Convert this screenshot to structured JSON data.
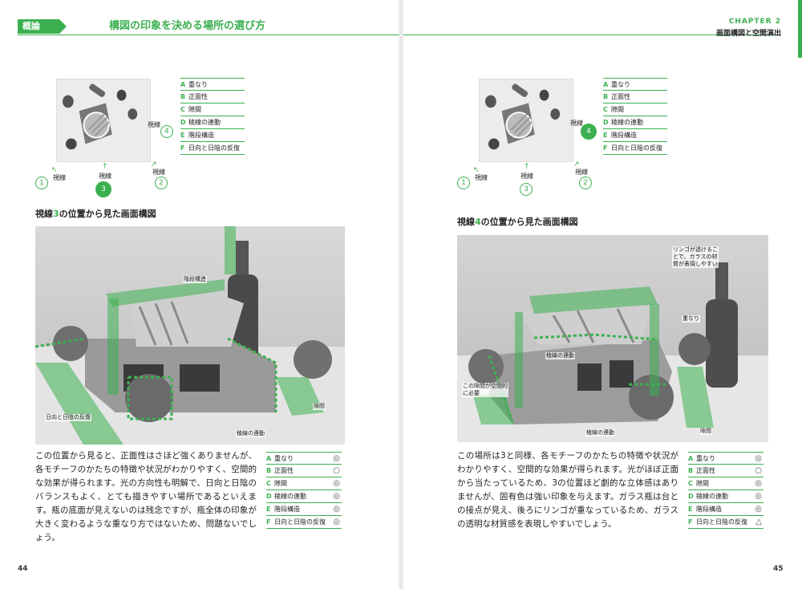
{
  "header": {
    "tag": "概論",
    "title": "構図の印象を決める場所の選び方",
    "chapter": "CHAPTER 2",
    "chapter_sub": "画面構図と空間演出"
  },
  "view_word": "視線",
  "legend": [
    {
      "letter": "A",
      "label": "重なり"
    },
    {
      "letter": "B",
      "label": "正面性"
    },
    {
      "letter": "C",
      "label": "隙間"
    },
    {
      "letter": "D",
      "label": "稜線の連動"
    },
    {
      "letter": "E",
      "label": "階段構造"
    },
    {
      "letter": "F",
      "label": "日向と日陰の反復"
    }
  ],
  "views": {
    "one": "1",
    "two": "2",
    "three": "3",
    "four": "4"
  },
  "left": {
    "subhead_prefix": "視線",
    "subhead_num": "3",
    "subhead_suffix": "の位置から見た画面構図",
    "labels": {
      "stairs": "階段構造",
      "sun": "日向と日陰の反復",
      "gap": "隙間",
      "ridge": "稜線の連動"
    },
    "body": "この位置から見ると、正面性はさほど強くありませんが、各モチーフのかたちの特徴や状況がわかりやすく、空間的な効果が得られます。光の方向性も明解で、日向と日陰のバランスもよく、とても描きやすい場所であるといえます。瓶の底面が見えないのは残念ですが、瓶全体の印象が大きく変わるような重なり方ではないため、問題ないでしょう。",
    "marks": [
      "◎",
      "○",
      "◎",
      "◎",
      "◎",
      "◎"
    ],
    "page": "44"
  },
  "right": {
    "subhead_prefix": "視線",
    "subhead_num": "4",
    "subhead_suffix": "の位置から見た画面構図",
    "labels": {
      "apple_note": "リンゴが透けることで、ガラスの材質が表現しやすい",
      "overlap": "重なり",
      "ridge_top": "稜線の連動",
      "gap_note": "この隙間が空間的に必要",
      "ridge_bottom": "稜線の連動",
      "gap": "隙間"
    },
    "body": "この場所は3と同様、各モチーフのかたちの特徴や状況がわかりやすく、空間的な効果が得られます。光がほぼ正面から当たっているため、3の位置ほど劇的な立体感はありませんが、固有色は強い印象を与えます。ガラス瓶は台との接点が見え、後ろにリンゴが重なっているため、ガラスの透明な材質感を表現しやすいでしょう。",
    "marks": [
      "◎",
      "○",
      "◎",
      "◎",
      "◎",
      "△"
    ],
    "page": "45"
  },
  "colors": {
    "accent": "#3cb050"
  }
}
